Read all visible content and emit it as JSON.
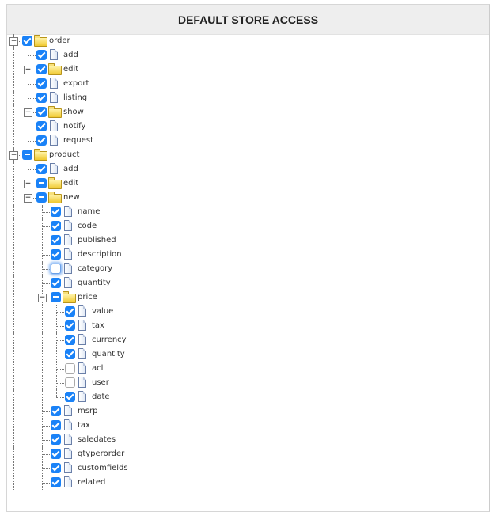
{
  "header": {
    "title": "DEFAULT STORE ACCESS"
  },
  "tree": [
    {
      "label": "order",
      "type": "folder",
      "state": "checked",
      "expanded": true,
      "children": [
        {
          "label": "add",
          "type": "doc",
          "state": "checked"
        },
        {
          "label": "edit",
          "type": "folder",
          "state": "checked",
          "expanded": false,
          "children": []
        },
        {
          "label": "export",
          "type": "doc",
          "state": "checked"
        },
        {
          "label": "listing",
          "type": "doc",
          "state": "checked"
        },
        {
          "label": "show",
          "type": "folder",
          "state": "checked",
          "expanded": false,
          "children": []
        },
        {
          "label": "notify",
          "type": "doc",
          "state": "checked"
        },
        {
          "label": "request",
          "type": "doc",
          "state": "checked"
        }
      ]
    },
    {
      "label": "product",
      "type": "folder",
      "state": "partial",
      "expanded": true,
      "more": true,
      "children": [
        {
          "label": "add",
          "type": "doc",
          "state": "checked"
        },
        {
          "label": "edit",
          "type": "folder",
          "state": "partial",
          "expanded": false,
          "children": []
        },
        {
          "label": "new",
          "type": "folder",
          "state": "partial",
          "expanded": true,
          "more": true,
          "children": [
            {
              "label": "name",
              "type": "doc",
              "state": "checked"
            },
            {
              "label": "code",
              "type": "doc",
              "state": "checked"
            },
            {
              "label": "published",
              "type": "doc",
              "state": "checked"
            },
            {
              "label": "description",
              "type": "doc",
              "state": "checked"
            },
            {
              "label": "category",
              "type": "doc",
              "state": "unchecked",
              "focus": true
            },
            {
              "label": "quantity",
              "type": "doc",
              "state": "checked"
            },
            {
              "label": "price",
              "type": "folder",
              "state": "partial",
              "expanded": true,
              "children": [
                {
                  "label": "value",
                  "type": "doc",
                  "state": "checked"
                },
                {
                  "label": "tax",
                  "type": "doc",
                  "state": "checked"
                },
                {
                  "label": "currency",
                  "type": "doc",
                  "state": "checked"
                },
                {
                  "label": "quantity",
                  "type": "doc",
                  "state": "checked"
                },
                {
                  "label": "acl",
                  "type": "doc",
                  "state": "unchecked"
                },
                {
                  "label": "user",
                  "type": "doc",
                  "state": "unchecked"
                },
                {
                  "label": "date",
                  "type": "doc",
                  "state": "checked"
                }
              ]
            },
            {
              "label": "msrp",
              "type": "doc",
              "state": "checked"
            },
            {
              "label": "tax",
              "type": "doc",
              "state": "checked"
            },
            {
              "label": "saledates",
              "type": "doc",
              "state": "checked"
            },
            {
              "label": "qtyperorder",
              "type": "doc",
              "state": "checked"
            },
            {
              "label": "customfields",
              "type": "doc",
              "state": "checked"
            },
            {
              "label": "related",
              "type": "doc",
              "state": "checked"
            }
          ]
        }
      ]
    }
  ]
}
